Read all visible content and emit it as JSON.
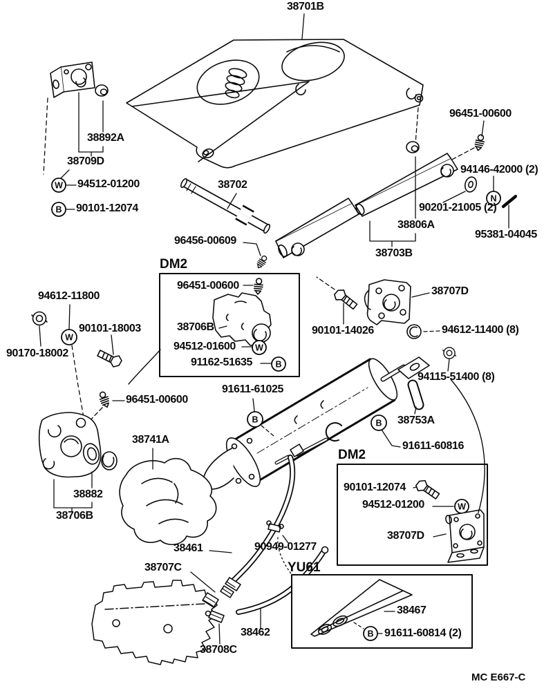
{
  "diagram": {
    "type": "exploded-parts-diagram",
    "footer_code": "MC E667-C",
    "badges": {
      "w": "W",
      "b": "B",
      "n": "N"
    },
    "boxes": {
      "dm2_upper": "DM2",
      "dm2_lower": "DM2",
      "yu61": "YU61"
    },
    "labels": {
      "cover": "38701B",
      "bushing_top_left": "38892A",
      "bracket_top_left": "38709D",
      "washer_top_left": "94512-01200",
      "bolt_top_left": "90101-12074",
      "stud_top_right": "96451-00600",
      "nut_right_qty": "94146-42000 (2)",
      "washer_right_qty": "90201-21005 (2)",
      "pin_right": "95381-04045",
      "bushing_rail": "38806A",
      "rail": "38703B",
      "rod": "38702",
      "fitting_mid": "96456-00609",
      "stud_box1": "96451-00600",
      "valve_box1": "38706B",
      "washer_box1": "94512-01600",
      "bolt_box1": "91162-51635",
      "washer_left": "94612-11800",
      "bolt_left": "90101-18003",
      "nut_left": "90170-18002",
      "bolt_center": "90101-14026",
      "bracket_center": "38707D",
      "clip_center_qty": "94612-11400 (8)",
      "nut_lower_qty": "94115-51400 (8)",
      "cylinder_bolt_upper": "91611-61025",
      "damper": "38753A",
      "cylinder_bolt_lower": "91611-60816",
      "stud_left_mount": "96451-00600",
      "boot": "38741A",
      "bushing_mount": "38882",
      "bracket_mount": "38706B",
      "bolt_box2": "90101-12074",
      "washer_box2": "94512-01200",
      "bracket_box2": "38707D",
      "hose_a": "38461",
      "clamp": "90949-01277",
      "fitting_hose_a": "38707C",
      "hose_b": "38462",
      "fitting_hose_b": "38708C",
      "plate_yu61": "38467",
      "bolt_yu61_qty": "91611-60814 (2)"
    }
  }
}
